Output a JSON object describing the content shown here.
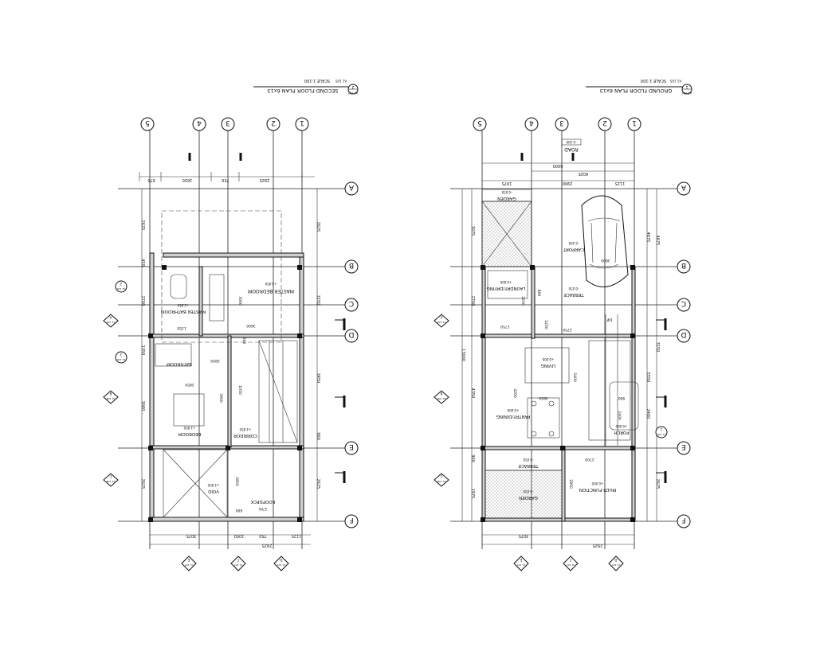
{
  "plans": [
    {
      "title": "SECOND FLOOR PLAN 6x13",
      "number": "2",
      "sheet_ref": "A1 105",
      "scale": "SCALE 1:100",
      "grid_numbers": [
        "5",
        "4",
        "3",
        "2",
        "1"
      ],
      "grid_letters": [
        "A",
        "B",
        "C",
        "D",
        "E",
        "F"
      ],
      "top_dims": [
        "675",
        "1650",
        "750",
        "2925"
      ],
      "bottom_dims": [
        "3075",
        "1050",
        "750",
        "1125"
      ],
      "bottom_total": "2925",
      "left_dims": [
        "2625",
        "450",
        "2700",
        "1350",
        "3000",
        "2625"
      ],
      "right_dims": [
        "2625",
        "3150",
        "3450",
        "900",
        "2625"
      ],
      "rooms": [
        {
          "name": "MASTER BEDROOM",
          "tag": "+3.950"
        },
        {
          "name": "MASTER BATHROOM",
          "tag": "+3.950"
        },
        {
          "name": "BATHROOM",
          "tag": "2850"
        },
        {
          "name": "BEDROOM",
          "tag": "+3.950"
        },
        {
          "name": "CORRIDOR",
          "tag": "+3.950"
        },
        {
          "name": "ROOFDECK",
          "tag": "2700"
        },
        {
          "name": "VOID",
          "tag": "+3.950"
        }
      ],
      "inner_dims": [
        "3000",
        "3600",
        "1050",
        "3900",
        "2850",
        "2850",
        "2850",
        "1350",
        "600",
        "300"
      ],
      "section_refs": [
        {
          "letter": "A",
          "ref": "A1 108"
        },
        {
          "letter": "B",
          "ref": "A1 108"
        },
        {
          "letter": "C",
          "ref": "A1 108"
        },
        {
          "letter": "2",
          "ref": "A1 106"
        },
        {
          "letter": "3",
          "ref": "A1 106"
        },
        {
          "letter": "E",
          "ref": "A1 107"
        },
        {
          "letter": "F",
          "ref": "A1 107"
        },
        {
          "letter": "D",
          "ref": "A1 107"
        }
      ]
    },
    {
      "title": "GROUND FLOOR PLAN 6x13",
      "number": "1",
      "sheet_ref": "A1 105",
      "scale": "SCALE 1:100",
      "grid_numbers": [
        "5",
        "4",
        "3",
        "2",
        "1"
      ],
      "grid_letters": [
        "A",
        "B",
        "C",
        "D",
        "E",
        "F"
      ],
      "top_total": "6000",
      "top_sub": "4025",
      "top_dims": [
        "1975",
        "2900",
        "1125"
      ],
      "road_label": "ROAD",
      "road_tag": "-0.300",
      "bottom_dims": [
        "3075",
        "2925"
      ],
      "left_dims": [
        "3075",
        "2700",
        "13000",
        "4350",
        "900",
        "1975"
      ],
      "right_dims": [
        "4675",
        "3150",
        "5550",
        "2400",
        "2625"
      ],
      "rooms": [
        {
          "name": "GARDEN",
          "tag": "-0.050"
        },
        {
          "name": "CARPORT",
          "tag": "-0.300"
        },
        {
          "name": "LAUNDRY/DRYING",
          "tag": "+0.000"
        },
        {
          "name": "TERRACE",
          "tag": "-0.050"
        },
        {
          "name": "LIVING",
          "tag": "+0.000"
        },
        {
          "name": "PANTRY/DINING",
          "tag": "+0.000"
        },
        {
          "name": "PORCH",
          "tag": "+0.000"
        },
        {
          "name": "TERRACE",
          "tag": "-0.050"
        },
        {
          "name": "MULTI-FUNCTION",
          "tag": "+0.000"
        },
        {
          "name": "GARDEN",
          "tag": "-0.050"
        }
      ],
      "inner_dims": [
        "3800",
        "800",
        "2250",
        "1250",
        "2750",
        "5400",
        "4200",
        "4650",
        "2700",
        "2850",
        "900",
        "2400",
        "1750"
      ],
      "stair_label": "UP",
      "section_refs": [
        {
          "letter": "A",
          "ref": "A1 108"
        },
        {
          "letter": "B",
          "ref": "A1 108"
        },
        {
          "letter": "C",
          "ref": "A1 108"
        },
        {
          "letter": "1",
          "ref": "A1 106"
        },
        {
          "letter": "E",
          "ref": "A1 107"
        },
        {
          "letter": "F",
          "ref": "A1 107"
        },
        {
          "letter": "D",
          "ref": "A1 107"
        }
      ]
    }
  ]
}
